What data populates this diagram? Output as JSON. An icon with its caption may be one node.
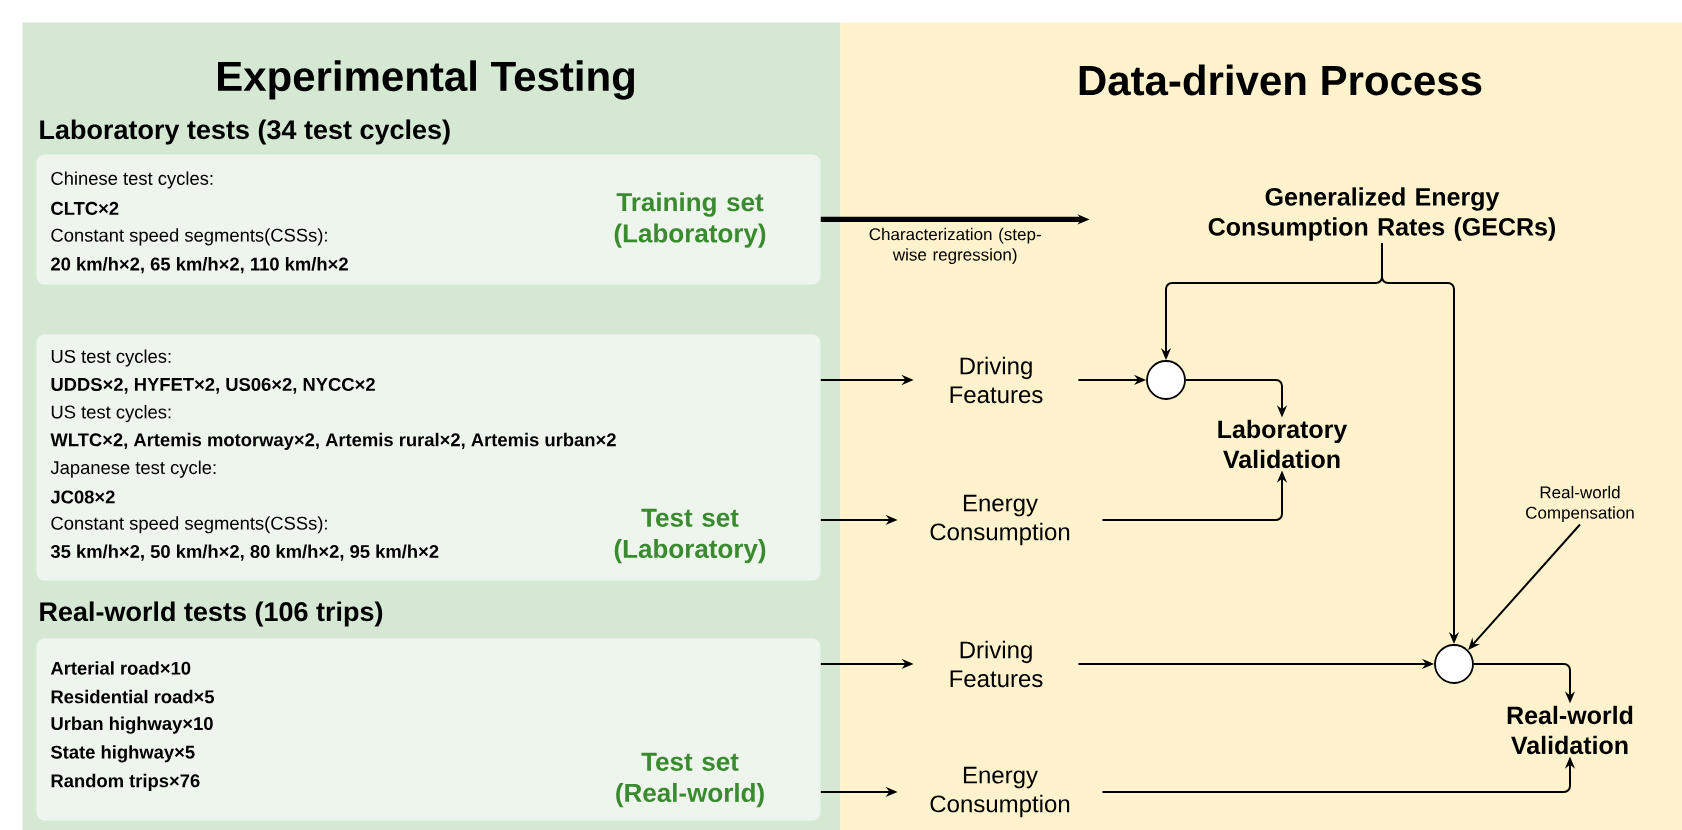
{
  "diagram": {
    "nodes": [
      {
        "text": [
          "Experimental Testing",
          "Laboratory tests (34 test cycles)",
          "Real-world tests (106 trips)"
        ]
      },
      {
        "text": [
          "Data-driven Process"
        ]
      },
      {
        "text": [
          "Chinese test cycles:",
          "CLTC×2",
          "Constant speed segments(CSSs):",
          "20 km/h×2, 65 km/h×2, 110 km/h×2",
          "Training set (Laboratory)"
        ],
        "in": 0
      },
      {
        "text": [
          "US test cycles:",
          "UDDS×2, HYFET×2, US06×2, NYCC×2",
          "US test cycles:",
          "WLTC×2, Artemis motorway×2, Artemis rural×2, Artemis urban×2",
          "Japanese test cycle:",
          "JC08×2",
          "Constant speed segments(CSSs):",
          "35 km/h×2, 50 km/h×2, 80 km/h×2, 95 km/h×2",
          "Test set (Laboratory)"
        ],
        "in": 0
      },
      {
        "text": [
          "Arterial road×10",
          "Residential road×5",
          "Urban highway×10",
          "State highway×5",
          "Random trips×76",
          "Test set (Real-world)"
        ],
        "in": 0
      },
      {
        "text": [
          "Generalized Energy Consumption Rates (GECRs)"
        ],
        "in": 1
      },
      {
        "text": [
          "Driving Features"
        ],
        "in": 1
      },
      {
        "text": [],
        "shape": "circle",
        "in": 1
      },
      {
        "text": [
          "Laboratory Validation"
        ],
        "in": 1
      },
      {
        "text": [
          "Energy Consumption"
        ],
        "in": 1
      },
      {
        "text": [
          "Driving Features"
        ],
        "in": 1
      },
      {
        "text": [],
        "shape": "circle",
        "in": 1
      },
      {
        "text": [
          "Real-world Validation"
        ],
        "in": 1
      },
      {
        "text": [
          "Energy Consumption"
        ],
        "in": 1
      },
      {
        "text": [
          "Real-world Compensation"
        ],
        "in": 1
      }
    ],
    "edges": [
      {
        "from": 2,
        "to": 5,
        "arrow": "to",
        "label": "Characterization (step-wise regression)",
        "style": "thick"
      },
      {
        "from": 3,
        "to": 6,
        "arrow": "to"
      },
      {
        "from": 3,
        "to": 9,
        "arrow": "to"
      },
      {
        "from": 4,
        "to": 10,
        "arrow": "to"
      },
      {
        "from": 4,
        "to": 13,
        "arrow": "to"
      },
      {
        "from": 6,
        "to": 7,
        "arrow": "to"
      },
      {
        "from": 5,
        "to": 7,
        "arrow": "to"
      },
      {
        "from": 5,
        "to": 11,
        "arrow": "to"
      },
      {
        "from": 7,
        "to": 8,
        "arrow": "to"
      },
      {
        "from": 9,
        "to": 8,
        "arrow": "to"
      },
      {
        "from": 14,
        "to": 11,
        "arrow": "to"
      },
      {
        "from": 10,
        "to": 11,
        "arrow": "to"
      },
      {
        "from": 11,
        "to": 12,
        "arrow": "to"
      },
      {
        "from": 13,
        "to": 12,
        "arrow": "to"
      }
    ]
  }
}
